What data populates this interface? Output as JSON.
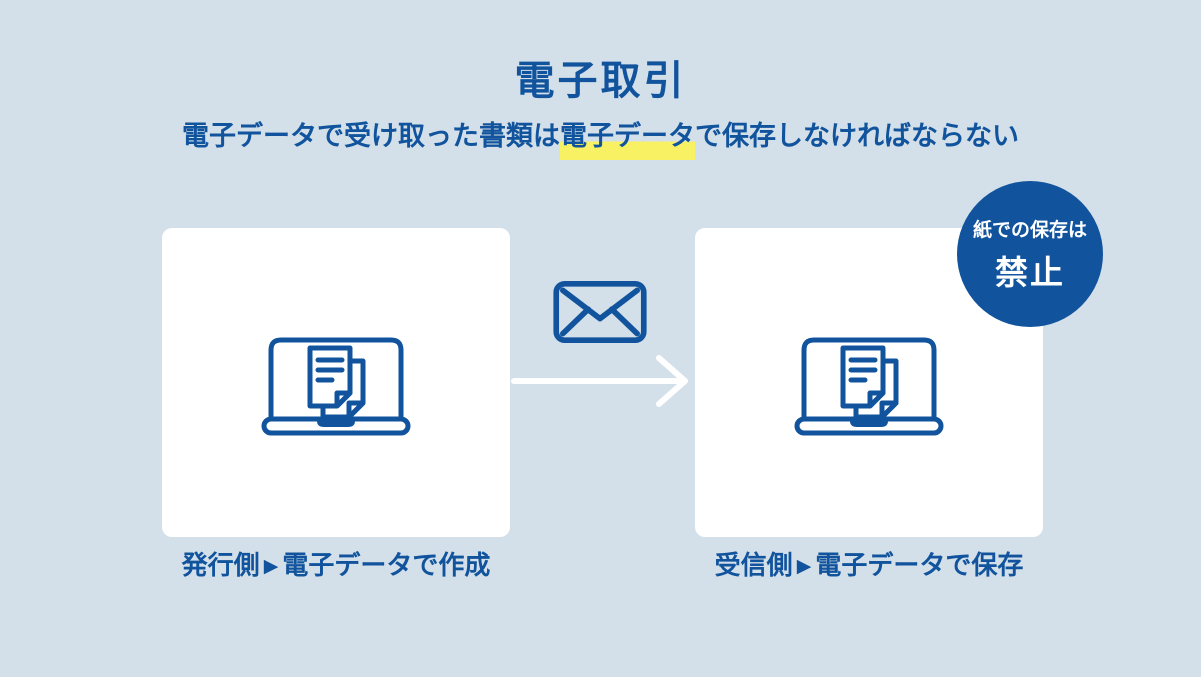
{
  "header": {
    "title": "電子取引",
    "subtitle_prefix": "電子データで受け取った書類は",
    "subtitle_highlight": "電子データ",
    "subtitle_suffix": "で保存しなければならない"
  },
  "badge": {
    "line1": "紙での保存は",
    "line2": "禁止"
  },
  "flow": {
    "sender": {
      "side_label": "発行側",
      "separator": "▶",
      "action_label": "電子データで作成"
    },
    "receiver": {
      "side_label": "受信側",
      "separator": "▶",
      "action_label": "電子データで保存"
    }
  },
  "icons": {
    "sender_device": "laptop-documents-icon",
    "receiver_device": "laptop-documents-icon",
    "transfer": "envelope-icon",
    "direction": "arrow-right-icon",
    "prohibition": "prohibition-circle-badge"
  },
  "colors": {
    "background": "#d3e0e9",
    "primary_blue": "#11549d",
    "card_white": "#ffffff",
    "highlight_yellow": "#f7f163",
    "arrow_white": "#ffffff",
    "badge_text": "#ffffff"
  }
}
